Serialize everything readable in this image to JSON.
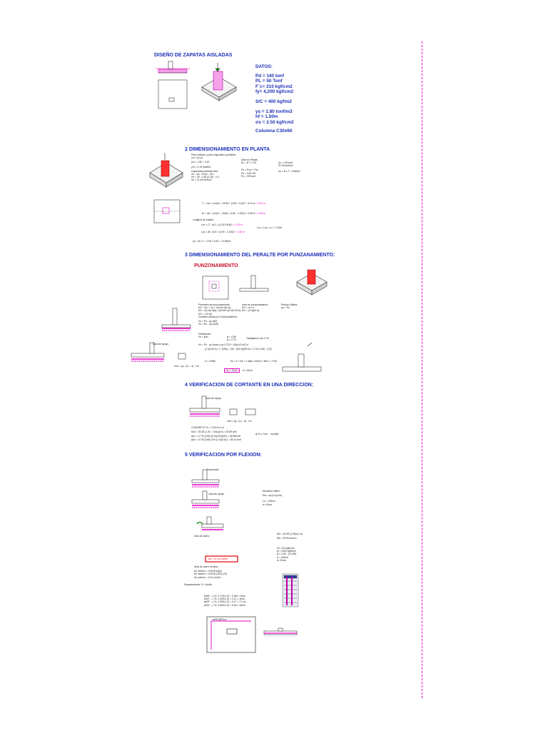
{
  "doc": {
    "title": "DISEÑO DE ZAPATAS AISLADAS",
    "datos": {
      "header": "DATOS:",
      "pd": "Pd = 140 tonf",
      "pl": "PL = 50 Tonf",
      "fc": "F`c= 210 kgf/cm2",
      "fy": "fy= 4,200 kgf/cm2",
      "sc": "S/C = 400 kgf/m2",
      "ys": "γs = 1.80 tonf/m3",
      "hf": "hf = 1.50m",
      "sigma": "σs =  2.50 kgf/cm2",
      "columna": "Columna C30x60"
    },
    "sections": {
      "s2": "2 DIMENSIONAMIENTO EN PLANTA",
      "s3": "3 DIMENSIONAMIENTO DEL PERALTE POR PUNZANAMIENTO:",
      "s3sub": "PUNZONAMIENTO",
      "s4": "4 VERIFICACION DE CORTANTE EN UNA DIRECCION:",
      "s5": "5 VERIFICACION POR FLEXION:"
    },
    "s2": {
      "l1": "Peso unitario o peso especifico promedio:",
      "l2": "γm = γs·γc",
      "l3": "γm = 1.80 + 2.40",
      "l4": "γm = 2.10 tonf/m3",
      "l5": "Capacidad portante neta:",
      "l6": "σn = σs - hf.γm - S/C",
      "l7": "σn = 25 - 1.50 (2.10) - 0.4",
      "l8": "σn = 21.45 tonf/m2",
      "a1": "Area en Planta:",
      "a2": "Az = B·T = Ps",
      "a3": "Az = 190 tonf",
      "a4": "21.45 tonf/m2",
      "a5": "Ps = Pcm + Pcv",
      "a6": "Ps = 140+ 50",
      "a7": "Ps = 190 tonf",
      "a8": "Az = B x T = 8.86m2",
      "t1": "T = √Az + (t-b)/2  = √8.86 + (0.60 - 0.3)/2   = 3.13 m",
      "t1r": "= 3.20 m",
      "b1": "B = √Az - (t-b)/2  = √8.86 - (0.60 - 0.30)/2  = 2.83 m",
      "b1r": "= 2.90 m",
      "lv": "Longitud de Volado:",
      "lvx": "Lvx = (T - t)/2 = (3.20-0.60)/2",
      "lvxr": "= 1.30 m",
      "lvy": "Lvy = (B - b)/2 = (2.90 - 0.30)/2",
      "lvyr": "= 1.30 m",
      "lvres": "Lvx = Lvy = Lv = 1.30m",
      "az": "Az = B x T = 2.90 x 3.20 = 12.80m2"
    },
    "s3": {
      "p1": "Perimetro de punzonamiento:",
      "p2": "bO = 2m + 2n = 2(t+d)+2(b+d)",
      "p3": "bO = 2(t+d)+2(b) =2(0.60+d)+2(0.30+d)",
      "p4": "bO = 1.8+4d",
      "p5": "Cortante Ultima por Punzonamiento:",
      "p6": "Vu = Pu - qu (A0)",
      "p7": "Vu = Pu - qu (mxn)",
      "ar1": "Area de punzonamiento:",
      "ar2": "AO = m x n",
      "ar3": "AO = (t+d)(b+d)",
      "pr1": "Presion Ultima:",
      "pr2": "qu = Pu",
      "v1": "Verificacion:",
      "v2": "Vu < φVc",
      "v3": "φ = 0.85",
      "v4": "φ = 0.75",
      "v5": "Trabajamos con 0.75",
      "v6": "Vu = Pu - qu (mxn) ≤ φ 0.27(2 + 4/βc)√f'c.bO.d",
      "v7": "(1.4(140.0) + 1.7(50)) - 240 . (60+d)(30+d) = 0.75 (1.06) . 2 (0)",
      "v8": "d = 0.69m",
      "v9": "hz = d + rec + 1.5φb = 69cm + 8cm = 77cm",
      "v10": "hz = 70cm",
      "v11": "d = 61cm",
      "cara": "Cara de apoyo",
      "vud": "Vud = qu . (Lv - d) . 1m"
    },
    "s4": {
      "c1": "Cara de apoyo",
      "c2": "Vud = qu . (Lv - d) . 1m",
      "c3": "CONCRETO  Vc = 0.53√f'c.b.d",
      "c4": "Vud = 30.28 (1.30 - 0.61)(1m) = 20.89 tonf",
      "c5": "φVc = 0.75 (0.53)√(210)(100)(61) = 46.85 tonf",
      "c6": "φVc = 0.75 (0.53)√210 (1.0)(0.61) = 35.14 tonf",
      "c7": "φ Vc  ≥  Vud  ....cumple"
    },
    "s5": {
      "emp": "Empotrado",
      "cara": "Cara de apoyo",
      "mu1": "Momento ultimo:",
      "mu2": "Mu = qu.(Lv)²(1m)",
      "mu3": "Lv = 130cm",
      "mu4": "d= 61cm",
      "mu5": "Mu = 30.28 (1.30)²(1 m)",
      "mu6": "Mu = 25.59 tonf.m",
      "ma1": "f'c= 210 kgf/cm2",
      "ma2": "fy = 4200 kgf/cm2",
      "ma3": "φ = 0.90 - (0.0.85)",
      "ma4": "b = 100cm",
      "ma5": "d= 61cm",
      "aa": "Area de acero:",
      "asres": "As = 11.14 cm2/m",
      "amin": "Area de acero minimo:",
      "am1": "As minimo = 0.0018 (b)(h)",
      "am2": "As minimo = 0.0018 (100) (70)",
      "am3": "As minimo = 12.6 cm2/m",
      "esp": "Espaciamiento:  S =  Ab/As",
      "e1": "ø3/8\" --> S= 0.71/11.10 = 0.062 = 6cm",
      "e2": "ø1/2\" --> S= 1.29/11.10 = 0.11 = 11cm",
      "e3": "ø5/8\" --> S= 1.99/11.10 = 0.17 = 17 cm",
      "e4": "ø3/4\" --> S= 2.84/11.10 = 0.26 = 26cm",
      "bar": "ø5/8\"@20cm"
    }
  }
}
